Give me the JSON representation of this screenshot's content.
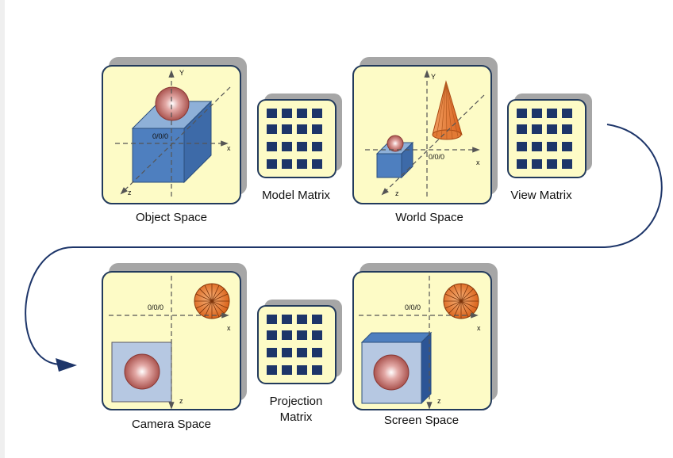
{
  "panels": {
    "object_space": {
      "label": "Object Space",
      "origin": "0/0/0",
      "axis_x": "x",
      "axis_y": "Y",
      "axis_z": "z"
    },
    "world_space": {
      "label": "World Space",
      "origin": "0/0/0",
      "axis_x": "x",
      "axis_y": "Y",
      "axis_z": "z"
    },
    "camera_space": {
      "label": "Camera Space",
      "origin": "0/0/0",
      "axis_x": "x",
      "axis_z": "z"
    },
    "screen_space": {
      "label": "Screen Space",
      "origin": "0/0/0",
      "axis_x": "x",
      "axis_z": "z"
    }
  },
  "matrices": {
    "model": {
      "label": "Model Matrix"
    },
    "view": {
      "label": "View Matrix"
    },
    "projection": {
      "label_line1": "Projection",
      "label_line2": "Matrix"
    }
  },
  "colors": {
    "panel_fill": "#fdfbc6",
    "panel_border": "#223a5c",
    "panel_shadow": "#a6a6a6",
    "matrix_cell": "#1d3569",
    "cube_front": "#4e7fbf",
    "sphere": "#b65a55",
    "cone": "#e0762f",
    "arrow": "#1d3569"
  }
}
